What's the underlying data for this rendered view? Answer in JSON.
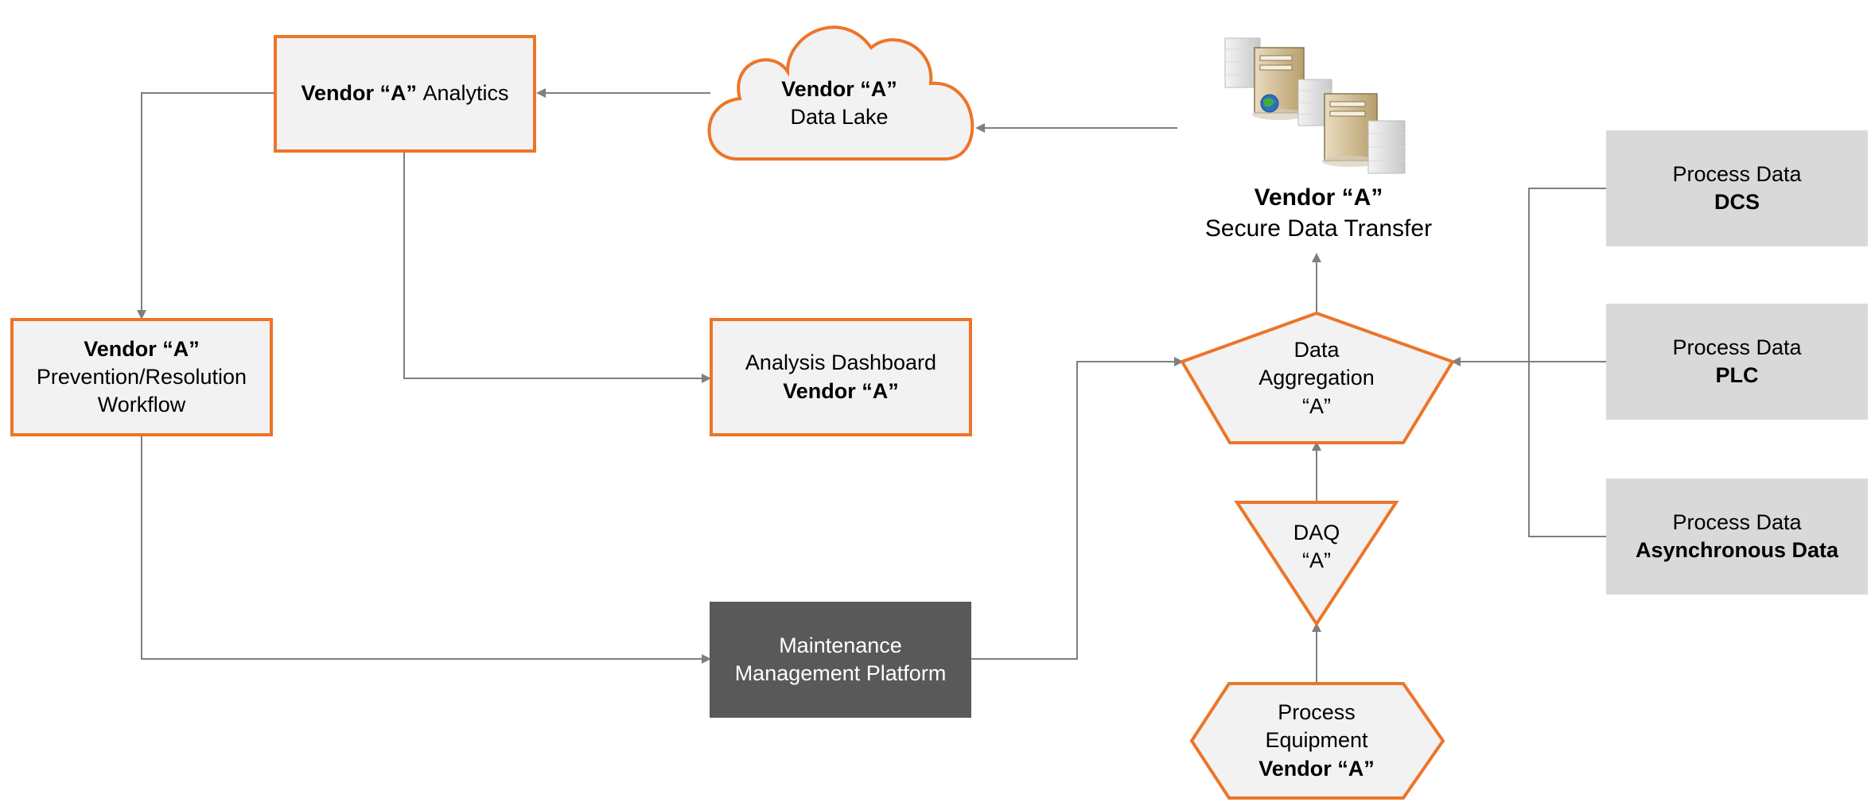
{
  "nodes": {
    "analytics": {
      "bold": "Vendor “A”",
      "text": "Analytics"
    },
    "data_lake": {
      "line1": "Vendor “A”",
      "line2": "Data Lake"
    },
    "secure_transfer": {
      "line1": "Vendor “A”",
      "line2": "Secure Data Transfer"
    },
    "workflow": {
      "line1": "Vendor “A”",
      "line2": "Prevention/Resolution",
      "line3": "Workflow"
    },
    "dashboard": {
      "line1": "Analysis Dashboard",
      "line2": "Vendor “A”"
    },
    "aggregation": {
      "line1": "Data",
      "line2": "Aggregation",
      "line3": "“A”"
    },
    "daq": {
      "line1": "DAQ",
      "line2": "“A”"
    },
    "maintenance": {
      "line1": "Maintenance",
      "line2": "Management Platform"
    },
    "equipment": {
      "line1": "Process",
      "line2": "Equipment",
      "line3": "Vendor “A”"
    },
    "dcs": {
      "line1": "Process Data",
      "line2": "DCS"
    },
    "plc": {
      "line1": "Process Data",
      "line2": "PLC"
    },
    "async": {
      "line1": "Process Data",
      "line2": "Asynchronous Data"
    }
  },
  "icons": [
    "server-globe-icon",
    "server-icon",
    "firewall-icon"
  ],
  "colors": {
    "accent": "#ec7528",
    "node_fill": "#f2f2f2",
    "source_fill": "#d9d9d9",
    "dark_fill": "#595959",
    "connector": "#7f7f7f"
  }
}
